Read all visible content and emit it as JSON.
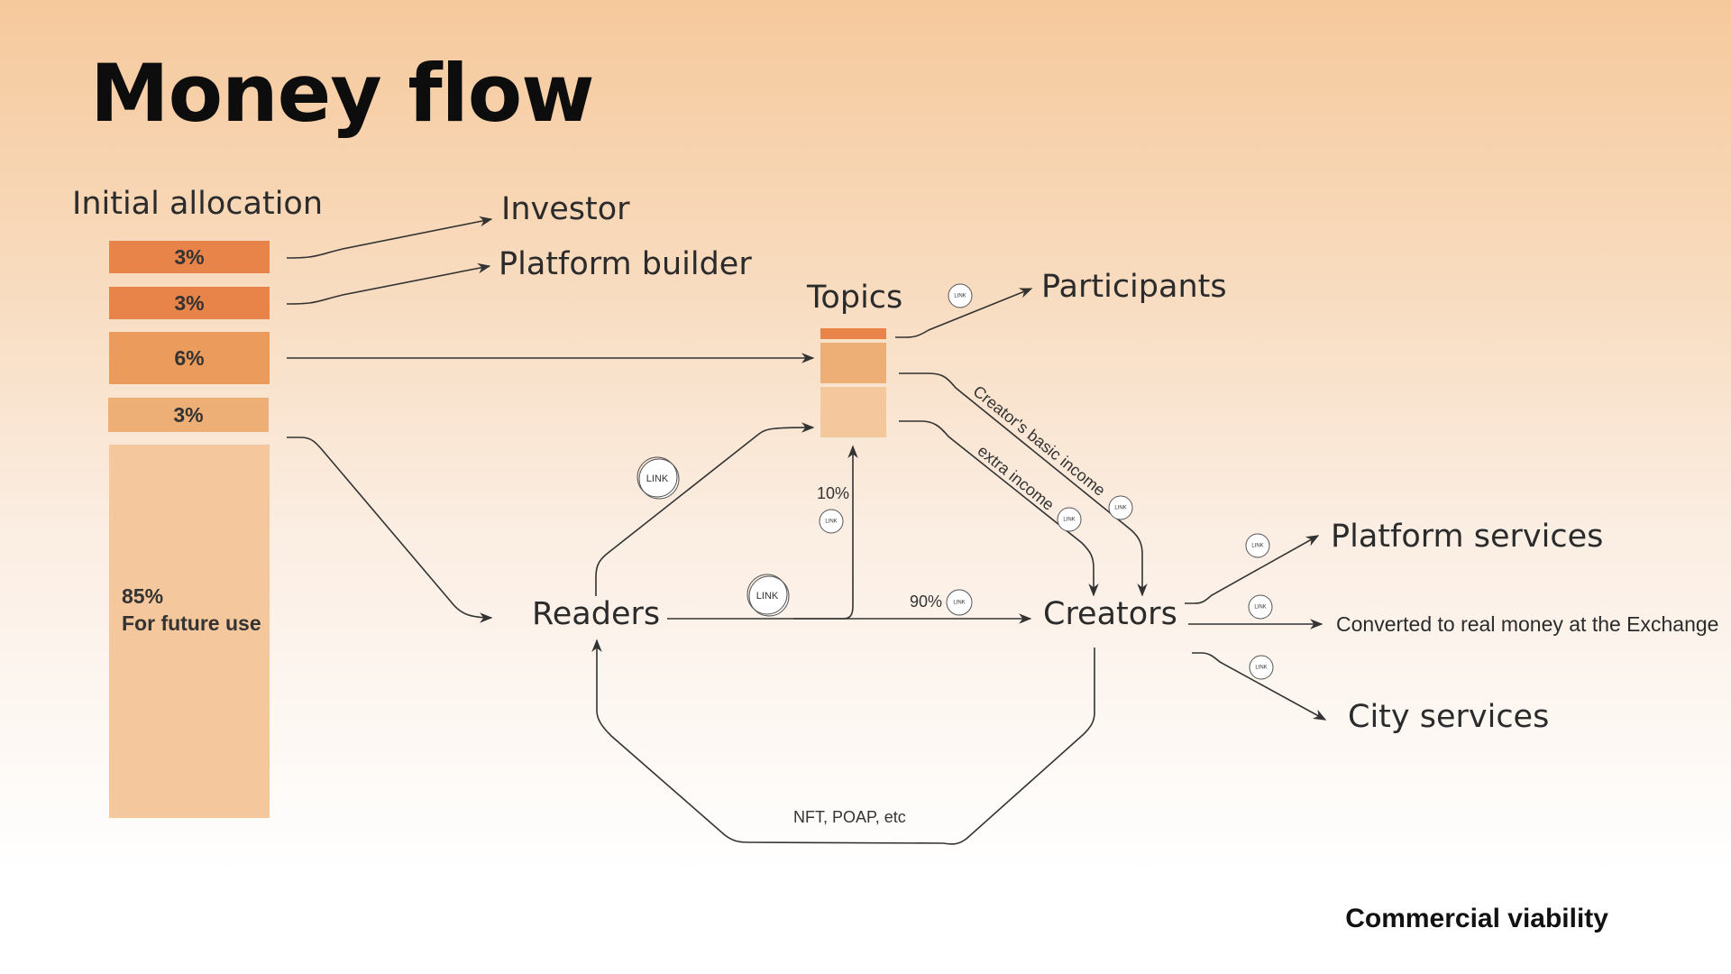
{
  "title": "Money flow",
  "footer": "Commercial viability",
  "allocation": {
    "heading": "Initial allocation",
    "bars": [
      {
        "label": "3%",
        "color": "#e8844a"
      },
      {
        "label": "3%",
        "color": "#e8844a"
      },
      {
        "label": "6%",
        "color": "#eb9b5c"
      },
      {
        "label": "3%",
        "color": "#eeaf77"
      },
      {
        "label": "85%",
        "sublabel": "For future use",
        "color": "#f4c89c"
      }
    ]
  },
  "nodes": {
    "investor": "Investor",
    "platform_builder": "Platform builder",
    "topics": "Topics",
    "participants": "Participants",
    "readers": "Readers",
    "creators": "Creators",
    "platform_services": "Platform services",
    "exchange": "Converted to real money at the Exchange",
    "city_services": "City services"
  },
  "topics_stack_colors": [
    "#e8844a",
    "#eeaf77",
    "#f4c89c"
  ],
  "flow_labels": {
    "ten_percent": "10%",
    "ninety_percent": "90%",
    "basic_income": "Creator's basic income",
    "extra_income": "extra income",
    "nft": "NFT, POAP,  etc"
  },
  "link_token": "LINK"
}
